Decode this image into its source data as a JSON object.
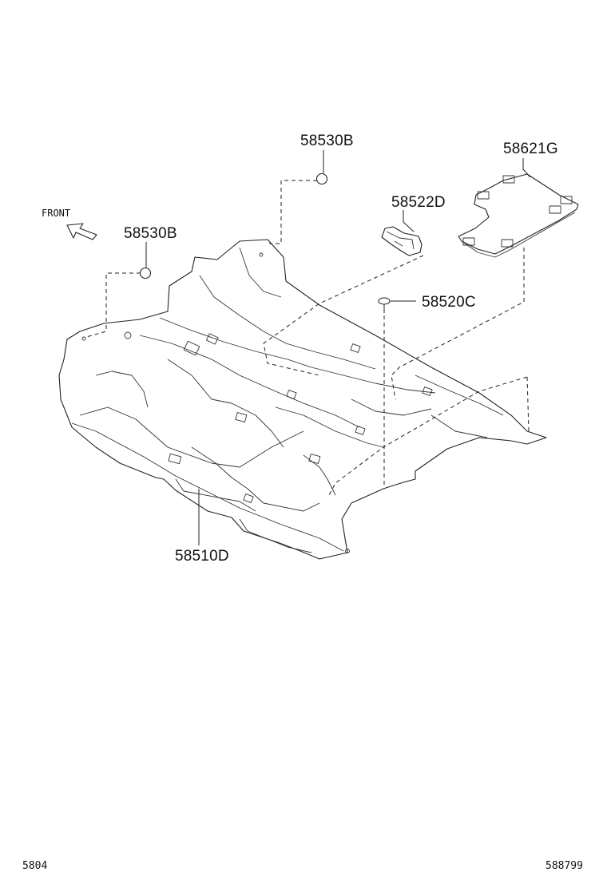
{
  "orientation": {
    "text": "FRONT"
  },
  "callouts": {
    "clip_top": "58530B",
    "clip_left": "58530B",
    "bracket": "58522D",
    "pin": "58520C",
    "plate": "58621G",
    "carpet": "58510D"
  },
  "footer": {
    "left": "5804",
    "right": "588799"
  }
}
